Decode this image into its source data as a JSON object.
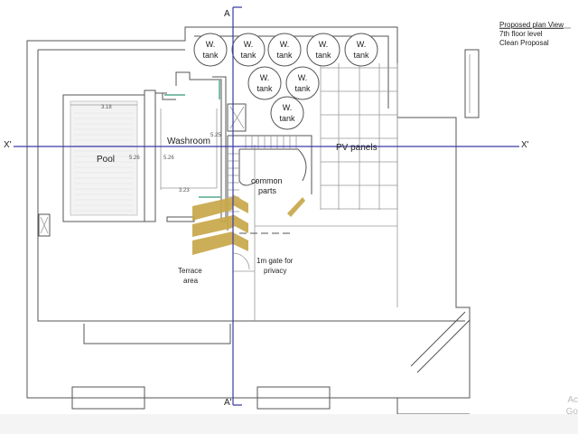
{
  "title_block": {
    "heading": "Proposed plan View",
    "line2": "7th floor level",
    "line3": "Clean Proposal"
  },
  "section_labels": {
    "a_top": "A",
    "a_bottom": "A'",
    "x_left": "X'",
    "x_right": "X'"
  },
  "rooms": {
    "pool": "Pool",
    "washroom": "Washroom",
    "pv_panels": "PV panels",
    "common_parts_1": "common",
    "common_parts_2": "parts",
    "terrace_1": "Terrace",
    "terrace_2": "area",
    "gate_1": "1m gate for",
    "gate_2": "privacy"
  },
  "tank_label_1": "W.",
  "tank_label_2": "tank",
  "dimensions": {
    "pool_width": "3.18",
    "pool_length": "5.26",
    "wall_length": "5.26",
    "washroom_width": "3.23",
    "washroom_length": "5.25"
  },
  "watermark": {
    "line1": "Ac",
    "line2": "Go"
  },
  "colors": {
    "axis": "#3a3aa8",
    "glazing": "#7fbfa8",
    "screen": "#c8a84a"
  }
}
